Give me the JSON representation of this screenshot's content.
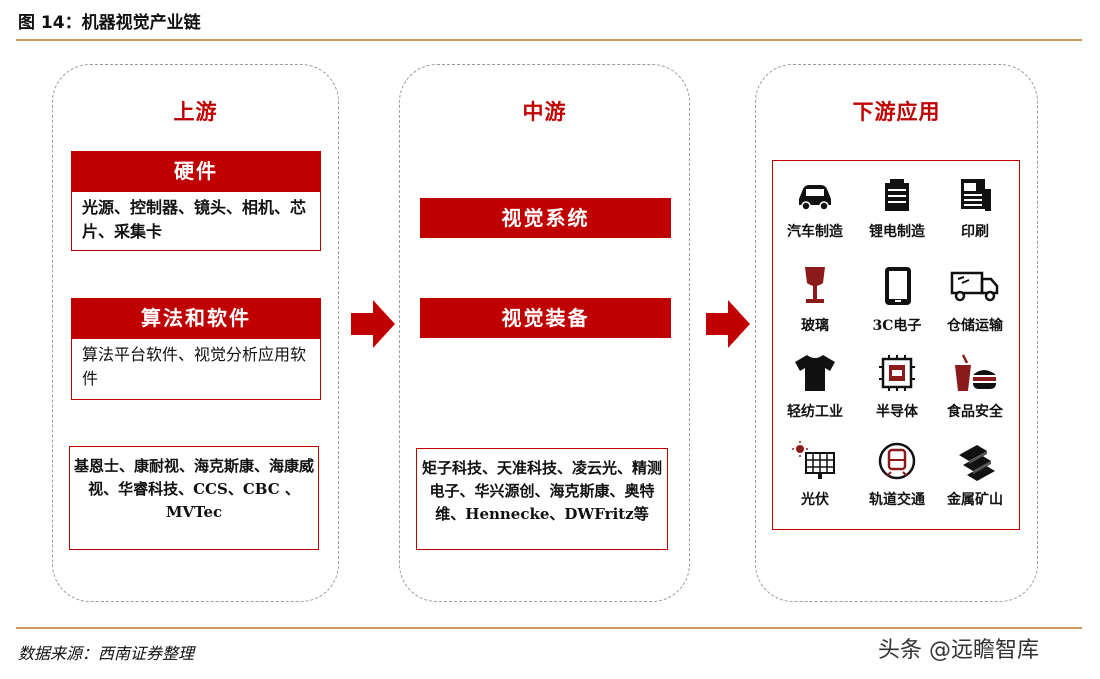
{
  "figure_title": "图 14：机器视觉产业链",
  "source": "数据来源：西南证券整理",
  "watermark": "头条 @远瞻智库",
  "colors": {
    "accent": "#c00000",
    "rule": "#c99a5b",
    "border": "#9b9b9b"
  },
  "upstream": {
    "title": "上游",
    "hardware": {
      "label": "硬件",
      "items": "光源、控制器、镜头、相机、芯片、采集卡"
    },
    "software": {
      "label": "算法和软件",
      "items": "算法平台软件、视觉分析应用软件"
    },
    "companies": "基恩士、康耐视、海克斯康、海康威视、华睿科技、CCS、CBC 、MVTec"
  },
  "midstream": {
    "title": "中游",
    "system": "视觉系统",
    "equipment": "视觉装备",
    "companies": "矩子科技、天准科技、凌云光、精测电子、华兴源创、海克斯康、奥特维、Hennecke、DWFritz等"
  },
  "downstream": {
    "title": "下游应用",
    "apps": [
      {
        "label": "汽车制造",
        "icon": "car-icon"
      },
      {
        "label": "锂电制造",
        "icon": "battery-icon"
      },
      {
        "label": "印刷",
        "icon": "printing-icon"
      },
      {
        "label": "玻璃",
        "icon": "wine-glass-icon"
      },
      {
        "label": "3C电子",
        "icon": "tablet-icon"
      },
      {
        "label": "仓储运输",
        "icon": "truck-icon"
      },
      {
        "label": "轻纺工业",
        "icon": "tshirt-icon"
      },
      {
        "label": "半导体",
        "icon": "cpu-chip-icon"
      },
      {
        "label": "食品安全",
        "icon": "food-icon"
      },
      {
        "label": "光伏",
        "icon": "solar-panel-icon"
      },
      {
        "label": "轨道交通",
        "icon": "train-icon"
      },
      {
        "label": "金属矿山",
        "icon": "metal-bars-icon"
      }
    ]
  }
}
